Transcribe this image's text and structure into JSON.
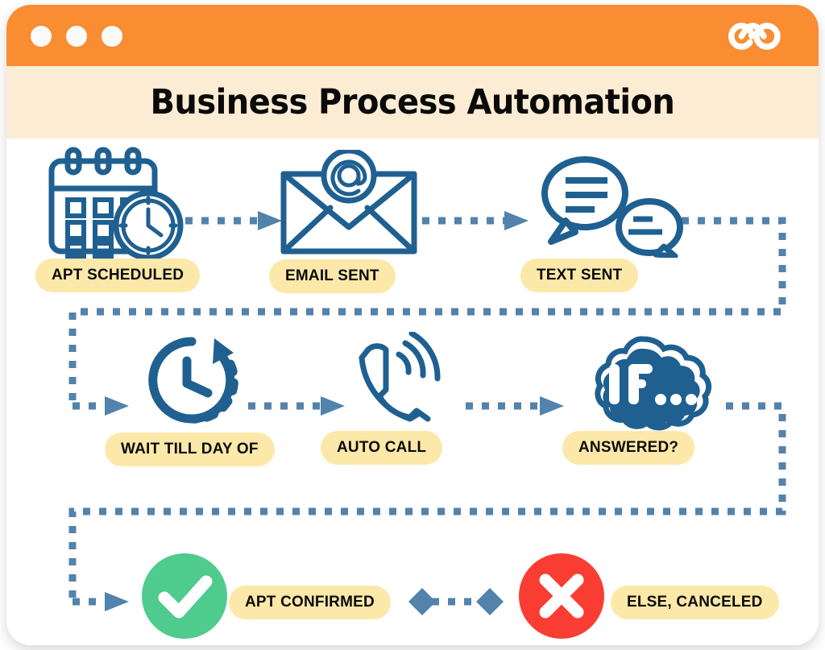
{
  "window": {
    "titlebar": {
      "color": "#FA8C32",
      "dots": [
        "window-dot-1",
        "window-dot-2",
        "window-dot-3"
      ],
      "logo_name": "co-infinity-logo"
    },
    "banner": {
      "title": "Business Process Automation",
      "background": "#FCECD3"
    }
  },
  "palette": {
    "orange": "#FA8C32",
    "cream_banner": "#FCECD3",
    "pill_yellow": "#FCE8A8",
    "icon_blue": "#1F6091",
    "connector_blue": "#5183AC",
    "success_green": "#4ECB8D",
    "danger_red": "#FA3D33",
    "white": "#FFFFFF",
    "text_black": "#0B0B0B"
  },
  "flow": {
    "rows": [
      {
        "row": 1,
        "nodes": [
          {
            "id": "apt-scheduled",
            "label": "APT SCHEDULED",
            "icon": "calendar-clock-icon"
          },
          {
            "id": "email-sent",
            "label": "EMAIL SENT",
            "icon": "envelope-at-icon"
          },
          {
            "id": "text-sent",
            "label": "TEXT SENT",
            "icon": "chat-bubbles-icon"
          }
        ]
      },
      {
        "row": 2,
        "nodes": [
          {
            "id": "wait-till-day-of",
            "label": "WAIT TILL DAY OF",
            "icon": "clock-arrow-icon"
          },
          {
            "id": "auto-call",
            "label": "AUTO CALL",
            "icon": "phone-ringing-icon"
          },
          {
            "id": "answered",
            "label": "ANSWERED?",
            "icon": "if-cloud-icon",
            "icon_text": "IF..."
          }
        ]
      },
      {
        "row": 3,
        "nodes": [
          {
            "id": "apt-confirmed",
            "label": "APT CONFIRMED",
            "icon": "check-circle-icon"
          },
          {
            "id": "else-canceled",
            "label": "ELSE, CANCELED",
            "icon": "x-circle-icon"
          }
        ]
      }
    ],
    "connectors": [
      {
        "id": "conn-apt-to-email",
        "style": "dashed-arrow"
      },
      {
        "id": "conn-email-to-text",
        "style": "dashed-arrow"
      },
      {
        "id": "conn-text-to-wait",
        "style": "dashed-elbow-right-down-left"
      },
      {
        "id": "conn-wait-to-call",
        "style": "dashed-arrow"
      },
      {
        "id": "conn-call-to-answered",
        "style": "dashed-arrow"
      },
      {
        "id": "conn-answered-to-confirmed",
        "style": "dashed-elbow-right-down-left"
      },
      {
        "id": "conn-confirmed-to-canceled",
        "style": "dashed-diamond-link"
      }
    ]
  }
}
